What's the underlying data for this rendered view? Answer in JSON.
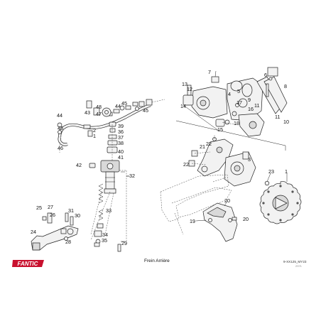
{
  "brand": {
    "logo_text": "FANTIC",
    "logo_color": "#c8102e"
  },
  "diagram": {
    "title": "Frein Arrière",
    "code": "9-XX125_MY23",
    "sub": "2371"
  },
  "callouts": [
    "2",
    "3",
    "4",
    "5",
    "6",
    "7",
    "8",
    "9",
    "10",
    "11",
    "11",
    "12",
    "13",
    "14",
    "15",
    "16",
    "17",
    "18",
    "19",
    "20",
    "20",
    "21",
    "22",
    "22",
    "23",
    "24",
    "25",
    "26",
    "27",
    "28",
    "29",
    "30",
    "31",
    "32",
    "33",
    "34",
    "35",
    "36",
    "37",
    "38",
    "39",
    "40",
    "41",
    "42",
    "43",
    "44",
    "44",
    "45",
    "45",
    "45",
    "46",
    "47",
    "48",
    "1"
  ]
}
